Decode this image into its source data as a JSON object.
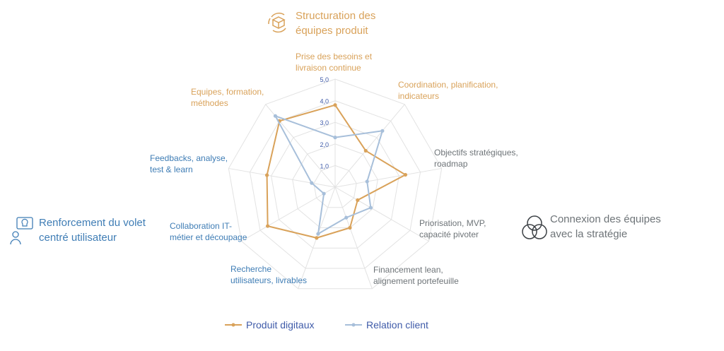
{
  "groups": {
    "top": "Structuration des\néquipes produit",
    "right": "Connexion des équipes\navec la stratégie",
    "left": "Renforcement  du volet\ncentré utilisateur"
  },
  "colors": {
    "orange": "#D9A25A",
    "blue": "#A7BFDA",
    "grid": "#E2E2E2",
    "tick": "#3F5BA9"
  },
  "icons": {
    "top": "box-cycle-icon",
    "right": "venn-circles-icon",
    "left": "user-idea-icon"
  },
  "chart_data": {
    "type": "radar",
    "categories": [
      "Prise des besoins et\nlivraison continue",
      "Coordination, planification,\nindicateurs",
      "Objectifs stratégiques,\nroadmap",
      "Priorisation, MVP,\ncapacité pivoter",
      "Financement lean,\nalignement portefeuille",
      "Recherche\nutilisateurs, livrables",
      "Collaboration IT-\nmétier et découpage",
      "Feedbacks, analyse,\ntest & learn",
      "Equipes, formation,\nméthodes"
    ],
    "ticks": [
      "1,0",
      "2,0",
      "3,0",
      "4,0",
      "5,0"
    ],
    "range": [
      0,
      5
    ],
    "series": [
      {
        "name": "Produit digitaux",
        "values": [
          3.8,
          2.2,
          3.3,
          1.2,
          2.0,
          2.5,
          3.6,
          3.2,
          4.0
        ]
      },
      {
        "name": "Relation client",
        "values": [
          2.3,
          3.4,
          1.5,
          1.9,
          1.5,
          2.3,
          0.6,
          1.1,
          4.3
        ]
      }
    ]
  }
}
